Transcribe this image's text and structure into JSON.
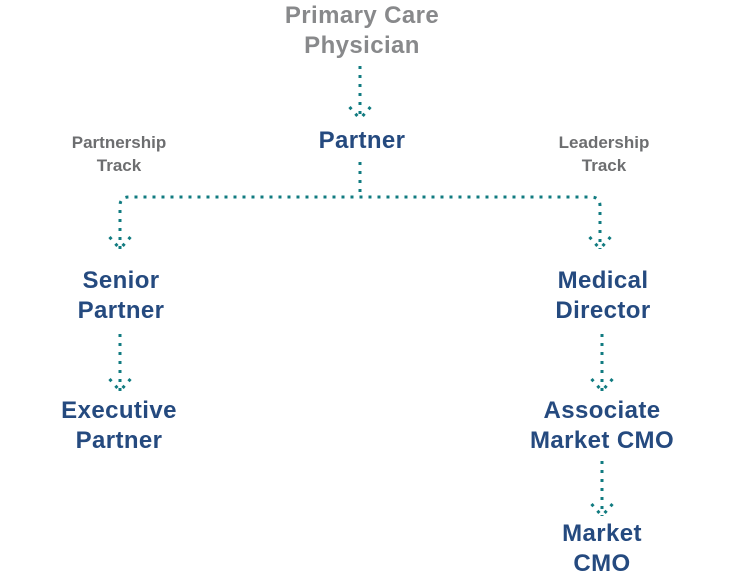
{
  "colors": {
    "background": "#ffffff",
    "gray_heading": "#88898b",
    "gray_label": "#6d6e70",
    "navy": "#254a7f",
    "teal": "#117b80"
  },
  "diagram": {
    "nodes": {
      "primary_care_physician": {
        "lines": [
          "Primary Care",
          "Physician"
        ]
      },
      "partner": {
        "lines": [
          "Partner"
        ]
      },
      "senior_partner": {
        "lines": [
          "Senior",
          "Partner"
        ]
      },
      "executive_partner": {
        "lines": [
          "Executive",
          "Partner"
        ]
      },
      "medical_director": {
        "lines": [
          "Medical",
          "Director"
        ]
      },
      "associate_market_cmo": {
        "lines": [
          "Associate",
          "Market CMO"
        ]
      },
      "market_cmo": {
        "lines": [
          "Market",
          "CMO"
        ]
      }
    },
    "track_labels": {
      "partnership": {
        "lines": [
          "Partnership",
          "Track"
        ]
      },
      "leadership": {
        "lines": [
          "Leadership",
          "Track"
        ]
      }
    },
    "edges": [
      {
        "from": "Primary Care Physician",
        "to": "Partner"
      },
      {
        "from": "Partner",
        "to": "Senior Partner",
        "track": "Partnership Track"
      },
      {
        "from": "Partner",
        "to": "Medical Director",
        "track": "Leadership Track"
      },
      {
        "from": "Senior Partner",
        "to": "Executive Partner"
      },
      {
        "from": "Medical Director",
        "to": "Associate Market CMO"
      },
      {
        "from": "Associate Market CMO",
        "to": "Market CMO"
      }
    ]
  }
}
